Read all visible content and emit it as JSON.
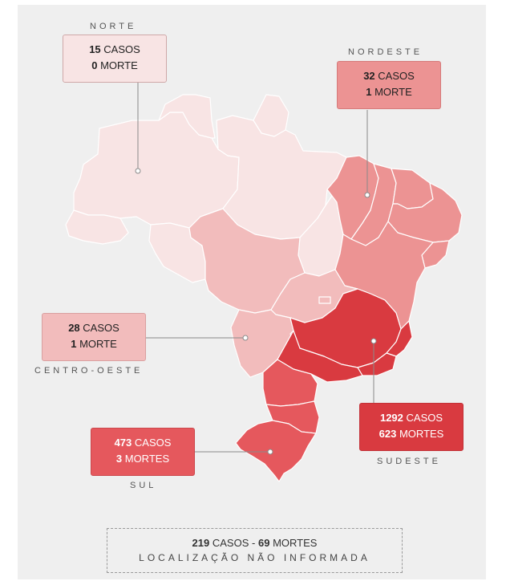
{
  "regions": [
    {
      "id": "norte",
      "name": "NORTE",
      "cases": "15",
      "cases_word": "CASOS",
      "deaths": "0",
      "deaths_word": "MORTE",
      "fill": "#f8e4e4"
    },
    {
      "id": "nordeste",
      "name": "NORDESTE",
      "cases": "32",
      "cases_word": "CASOS",
      "deaths": "1",
      "deaths_word": "MORTE",
      "fill": "#ec9393"
    },
    {
      "id": "centro_oeste",
      "name": "CENTRO-OESTE",
      "cases": "28",
      "cases_word": "CASOS",
      "deaths": "1",
      "deaths_word": "MORTE",
      "fill": "#f2bcbc"
    },
    {
      "id": "sudeste",
      "name": "SUDESTE",
      "cases": "1292",
      "cases_word": "CASOS",
      "deaths": "623",
      "deaths_word": "MORTES",
      "fill": "#d93a40"
    },
    {
      "id": "sul",
      "name": "SUL",
      "cases": "473",
      "cases_word": "CASOS",
      "deaths": "3",
      "deaths_word": "MORTES",
      "fill": "#e5585d"
    }
  ],
  "unknown": {
    "cases": "219",
    "cases_word": "CASOS",
    "separator": "-",
    "deaths": "69",
    "deaths_word": "MORTES",
    "label": "LOCALIZAÇÃO NÃO INFORMADA"
  },
  "colors": {
    "background": "#efefef",
    "border": "#ffffff",
    "leader_line": "#8a8a8a"
  }
}
